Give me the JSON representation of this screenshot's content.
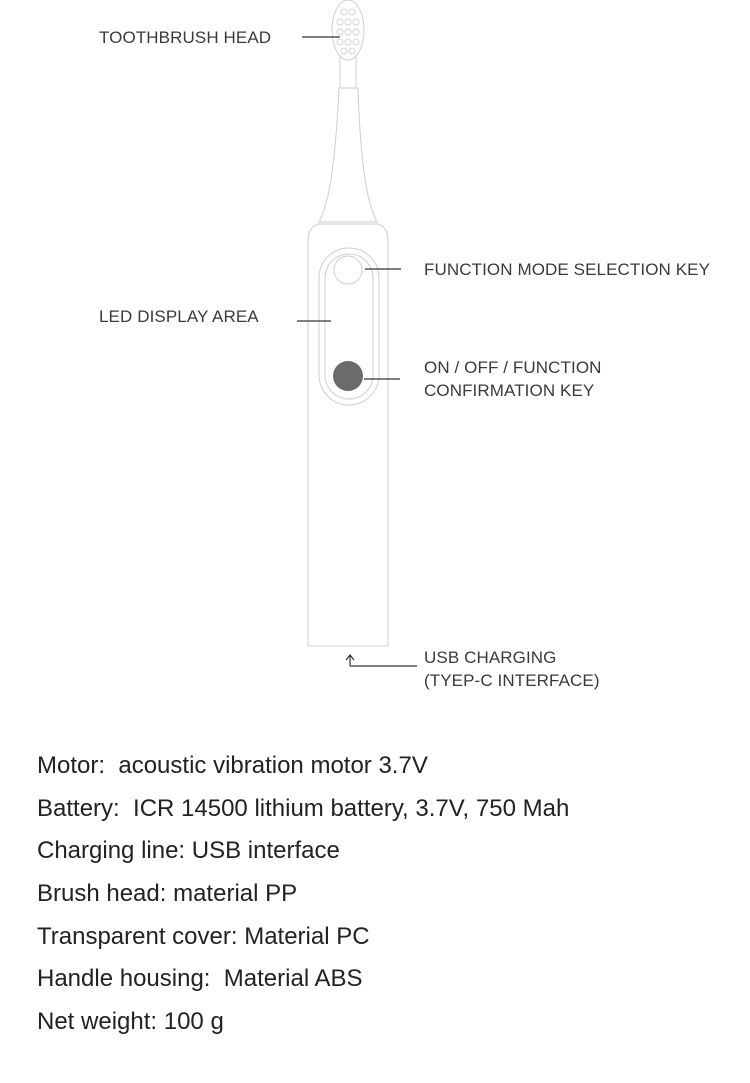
{
  "labels": {
    "toothbrush_head": "TOOTHBRUSH HEAD",
    "led_display": "LED DISPLAY AREA",
    "function_mode_key": "FUNCTION MODE SELECTION KEY",
    "on_off_key_line1": "ON / OFF / FUNCTION",
    "on_off_key_line2": "CONFIRMATION KEY",
    "usb_line1": "USB CHARGING",
    "usb_line2": "(TYEP-C INTERFACE)"
  },
  "specs": [
    "Motor:  acoustic vibration motor 3.7V",
    "Battery:  ICR 14500 lithium battery, 3.7V, 750 Mah",
    "Charging line: USB interface",
    "Brush head: material PP",
    "Transparent cover: Material PC",
    "Handle housing:  Material ABS",
    "Net weight: 100 g"
  ]
}
